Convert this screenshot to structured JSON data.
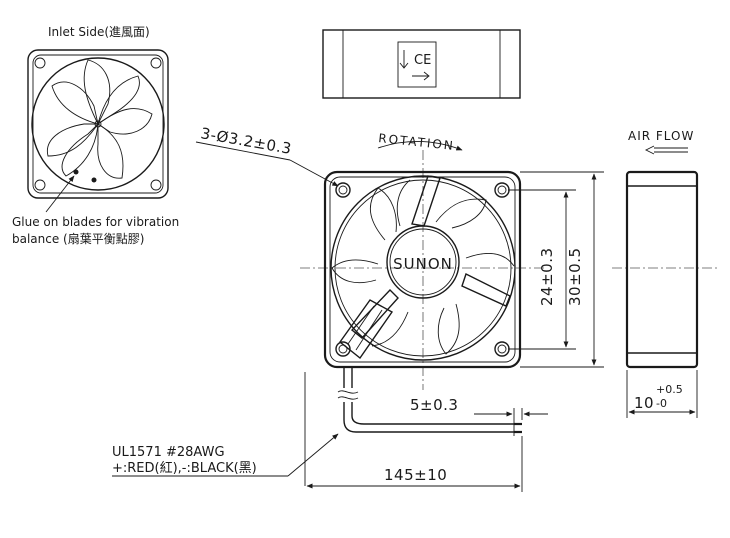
{
  "inlet_view": {
    "title": "Inlet Side(進風面)",
    "glue_note_line1": "Glue on blades for vibration",
    "glue_note_line2": "balance (扇葉平衡點膠)"
  },
  "label_plate": {
    "marks": "CE"
  },
  "front_view": {
    "hole_spec": "3-Ø3.2±0.3",
    "rotation_label": "ROTATION",
    "brand": "SUNON",
    "dim_hole_pitch": "24±0.3",
    "dim_frame": "30±0.5",
    "dim_strip": "5±0.3",
    "dim_lead": "145±10"
  },
  "wire": {
    "spec_line1": "UL1571  #28AWG",
    "spec_line2": "+:RED(紅),-:BLACK(黑)"
  },
  "side_view": {
    "airflow_label": "AIR FLOW",
    "thickness_base": "10",
    "thickness_plus": "+0.5",
    "thickness_minus": "-0"
  }
}
